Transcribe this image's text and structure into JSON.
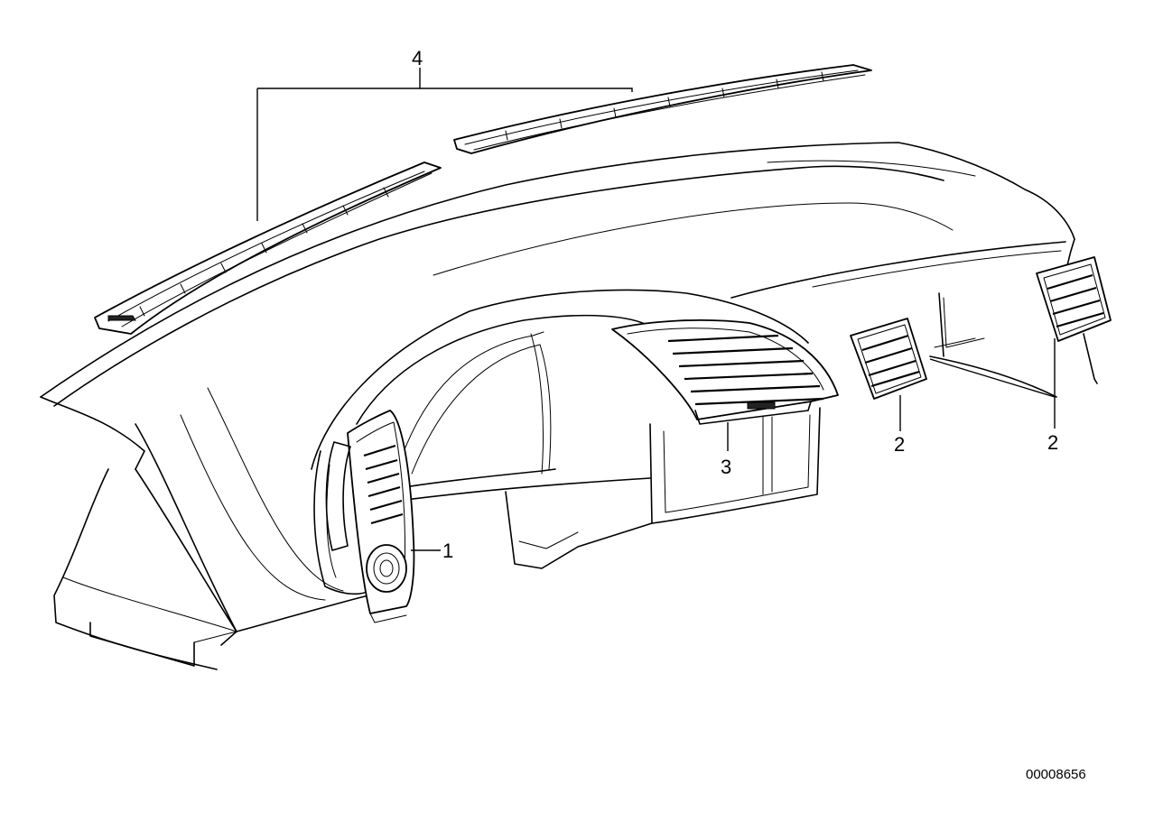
{
  "callouts": {
    "part_1": "1",
    "part_2_left": "2",
    "part_2_right": "2",
    "part_3": "3",
    "part_4": "4"
  },
  "document_number": "00008656"
}
